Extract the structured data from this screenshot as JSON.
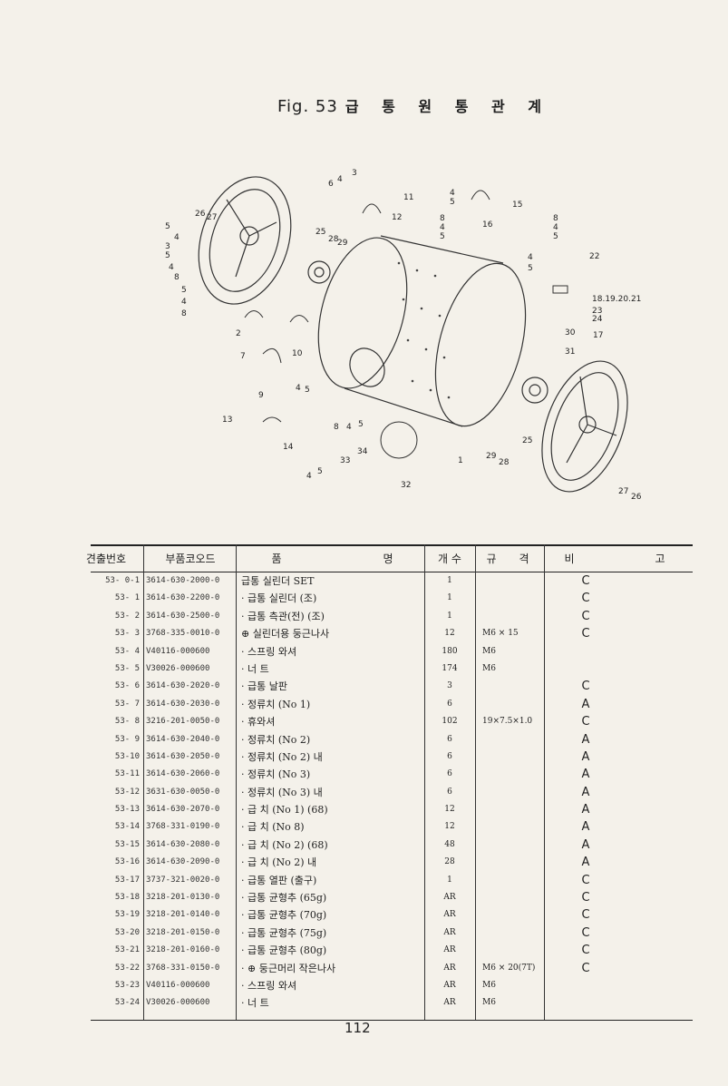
{
  "figure": {
    "label": "Fig. 53",
    "title": "급 통 원 통 관 계",
    "callouts": [
      "26",
      "27",
      "5",
      "4",
      "3",
      "5",
      "4",
      "8",
      "5",
      "4",
      "8",
      "2",
      "7",
      "9",
      "13",
      "14",
      "6",
      "4",
      "3",
      "25",
      "28",
      "29",
      "10",
      "4",
      "5",
      "11",
      "12",
      "4",
      "5",
      "8",
      "4",
      "5",
      "8",
      "4",
      "5",
      "16",
      "15",
      "8",
      "4",
      "5",
      "4",
      "5",
      "22",
      "18.19.20.21",
      "23",
      "24",
      "30",
      "31",
      "17",
      "25",
      "29",
      "28",
      "1",
      "32",
      "33",
      "34",
      "4",
      "5",
      "27",
      "26"
    ]
  },
  "table": {
    "headers": {
      "index": "견출번호",
      "code": "부품코오드",
      "name_left": "품",
      "name_right": "명",
      "qty": "개 수",
      "spec_left": "규",
      "spec_right": "격",
      "remark_left": "비",
      "remark_right": "고"
    },
    "rows": [
      {
        "index": "53- 0-1",
        "code": "3614-630-2000-0",
        "name": "급통 실린더 SET",
        "qty": "1",
        "spec": "",
        "remark": "C"
      },
      {
        "index": "53- 1",
        "code": "3614-630-2200-0",
        "name": "· 급통 실린더 (조)",
        "qty": "1",
        "spec": "",
        "remark": "C"
      },
      {
        "index": "53- 2",
        "code": "3614-630-2500-0",
        "name": "· 급통 측관(전) (조)",
        "qty": "1",
        "spec": "",
        "remark": "C"
      },
      {
        "index": "53- 3",
        "code": "3768-335-0010-0",
        "name": "⊕ 실린더용 둥근나사",
        "qty": "12",
        "spec": "M6 × 15",
        "remark": "C"
      },
      {
        "index": "53- 4",
        "code": "V40116-000600",
        "name": "· 스프링 와셔",
        "qty": "180",
        "spec": "M6",
        "remark": ""
      },
      {
        "index": "53- 5",
        "code": "V30026-000600",
        "name": "· 너 트",
        "qty": "174",
        "spec": "M6",
        "remark": ""
      },
      {
        "index": "53- 6",
        "code": "3614-630-2020-0",
        "name": "· 급통 날판",
        "qty": "3",
        "spec": "",
        "remark": "C"
      },
      {
        "index": "53- 7",
        "code": "3614-630-2030-0",
        "name": "· 정류치 (No 1)",
        "qty": "6",
        "spec": "",
        "remark": "A"
      },
      {
        "index": "53- 8",
        "code": "3216-201-0050-0",
        "name": "· 휴와셔",
        "qty": "102",
        "spec": "19×7.5×1.0",
        "remark": "C"
      },
      {
        "index": "53- 9",
        "code": "3614-630-2040-0",
        "name": "· 정류치 (No 2)",
        "qty": "6",
        "spec": "",
        "remark": "A"
      },
      {
        "index": "53-10",
        "code": "3614-630-2050-0",
        "name": "· 정류치 (No 2) 내",
        "qty": "6",
        "spec": "",
        "remark": "A"
      },
      {
        "index": "53-11",
        "code": "3614-630-2060-0",
        "name": "· 정류치 (No 3)",
        "qty": "6",
        "spec": "",
        "remark": "A"
      },
      {
        "index": "53-12",
        "code": "3631-630-0050-0",
        "name": "· 정류치 (No 3) 내",
        "qty": "6",
        "spec": "",
        "remark": "A"
      },
      {
        "index": "53-13",
        "code": "3614-630-2070-0",
        "name": "· 급 치 (No 1) (68)",
        "qty": "12",
        "spec": "",
        "remark": "A"
      },
      {
        "index": "53-14",
        "code": "3768-331-0190-0",
        "name": "· 급 치 (No 8)",
        "qty": "12",
        "spec": "",
        "remark": "A"
      },
      {
        "index": "53-15",
        "code": "3614-630-2080-0",
        "name": "· 급 치 (No 2) (68)",
        "qty": "48",
        "spec": "",
        "remark": "A"
      },
      {
        "index": "53-16",
        "code": "3614-630-2090-0",
        "name": "· 급 치 (No 2) 내",
        "qty": "28",
        "spec": "",
        "remark": "A"
      },
      {
        "index": "53-17",
        "code": "3737-321-0020-0",
        "name": "· 급통 열판 (출구)",
        "qty": "1",
        "spec": "",
        "remark": "C"
      },
      {
        "index": "53-18",
        "code": "3218-201-0130-0",
        "name": "· 급통 균형추 (65g)",
        "qty": "AR",
        "spec": "",
        "remark": "C"
      },
      {
        "index": "53-19",
        "code": "3218-201-0140-0",
        "name": "· 급통 균형추 (70g)",
        "qty": "AR",
        "spec": "",
        "remark": "C"
      },
      {
        "index": "53-20",
        "code": "3218-201-0150-0",
        "name": "· 급통 균형추 (75g)",
        "qty": "AR",
        "spec": "",
        "remark": "C"
      },
      {
        "index": "53-21",
        "code": "3218-201-0160-0",
        "name": "· 급통 균형추 (80g)",
        "qty": "AR",
        "spec": "",
        "remark": "C"
      },
      {
        "index": "53-22",
        "code": "3768-331-0150-0",
        "name": "· ⊕ 둥근머리 작은나사",
        "qty": "AR",
        "spec": "M6 × 20(7T)",
        "remark": "C"
      },
      {
        "index": "53-23",
        "code": "V40116-000600",
        "name": "· 스프링 와셔",
        "qty": "AR",
        "spec": "M6",
        "remark": ""
      },
      {
        "index": "53-24",
        "code": "V30026-000600",
        "name": "· 너 트",
        "qty": "AR",
        "spec": "M6",
        "remark": ""
      }
    ]
  },
  "page_number": "112"
}
